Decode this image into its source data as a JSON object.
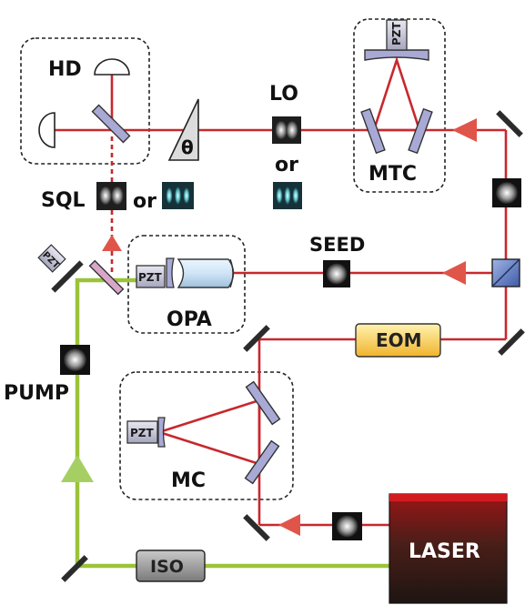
{
  "labels": {
    "hd": "HD",
    "lo": "LO",
    "or_lo": "or",
    "mtc": "MTC",
    "theta": "θ",
    "sql": "SQL",
    "or_sql": "or",
    "seed": "SEED",
    "opa": "OPA",
    "eom": "EOM",
    "pump": "PUMP",
    "mc": "MC",
    "iso": "ISO",
    "laser": "LASER",
    "pzt_mtc": "PZT",
    "pzt_pump": "PZT",
    "pzt_opa": "PZT",
    "pzt_mc": "PZT"
  },
  "colors": {
    "red_beam": "#c8282d",
    "green_beam": "#9bc33a",
    "mirror_fill": "#a9a9d6",
    "eom_fill": "#f6c342",
    "laser_top": "#c8191e",
    "laser_bottom": "#2a1613",
    "green_arrow": "#a6cf63",
    "red_arrow": "#e0554a"
  }
}
